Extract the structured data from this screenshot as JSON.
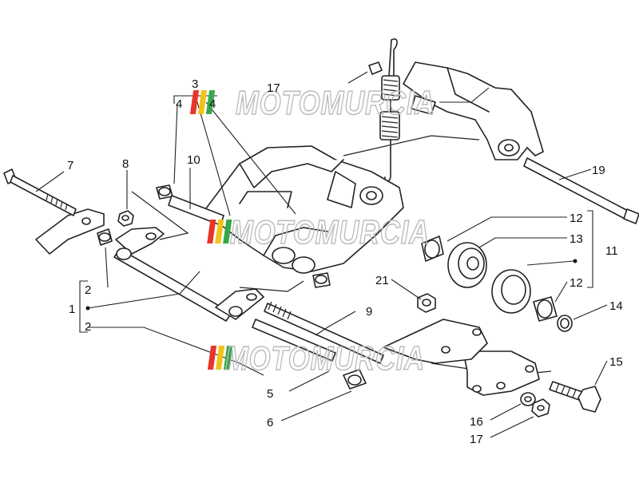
{
  "watermark": {
    "text": "MOTOMURCIA",
    "flag_colors": [
      "#e7352c",
      "#f2c21c",
      "#37a84a"
    ],
    "outline_color": "#bcbcbc"
  },
  "callouts": {
    "c1": "1",
    "c2a": "2",
    "c2b": "2",
    "c3": "3",
    "c4a": "4",
    "c4b": "4",
    "c5": "5",
    "c6": "6",
    "c7": "7",
    "c8": "8",
    "c9": "9",
    "c10": "10",
    "c11": "11",
    "c12a": "12",
    "c12b": "12",
    "c13": "13",
    "c14": "14",
    "c15": "15",
    "c16": "16",
    "c17a": "17",
    "c17b": "17",
    "c19": "19",
    "c21": "21"
  }
}
